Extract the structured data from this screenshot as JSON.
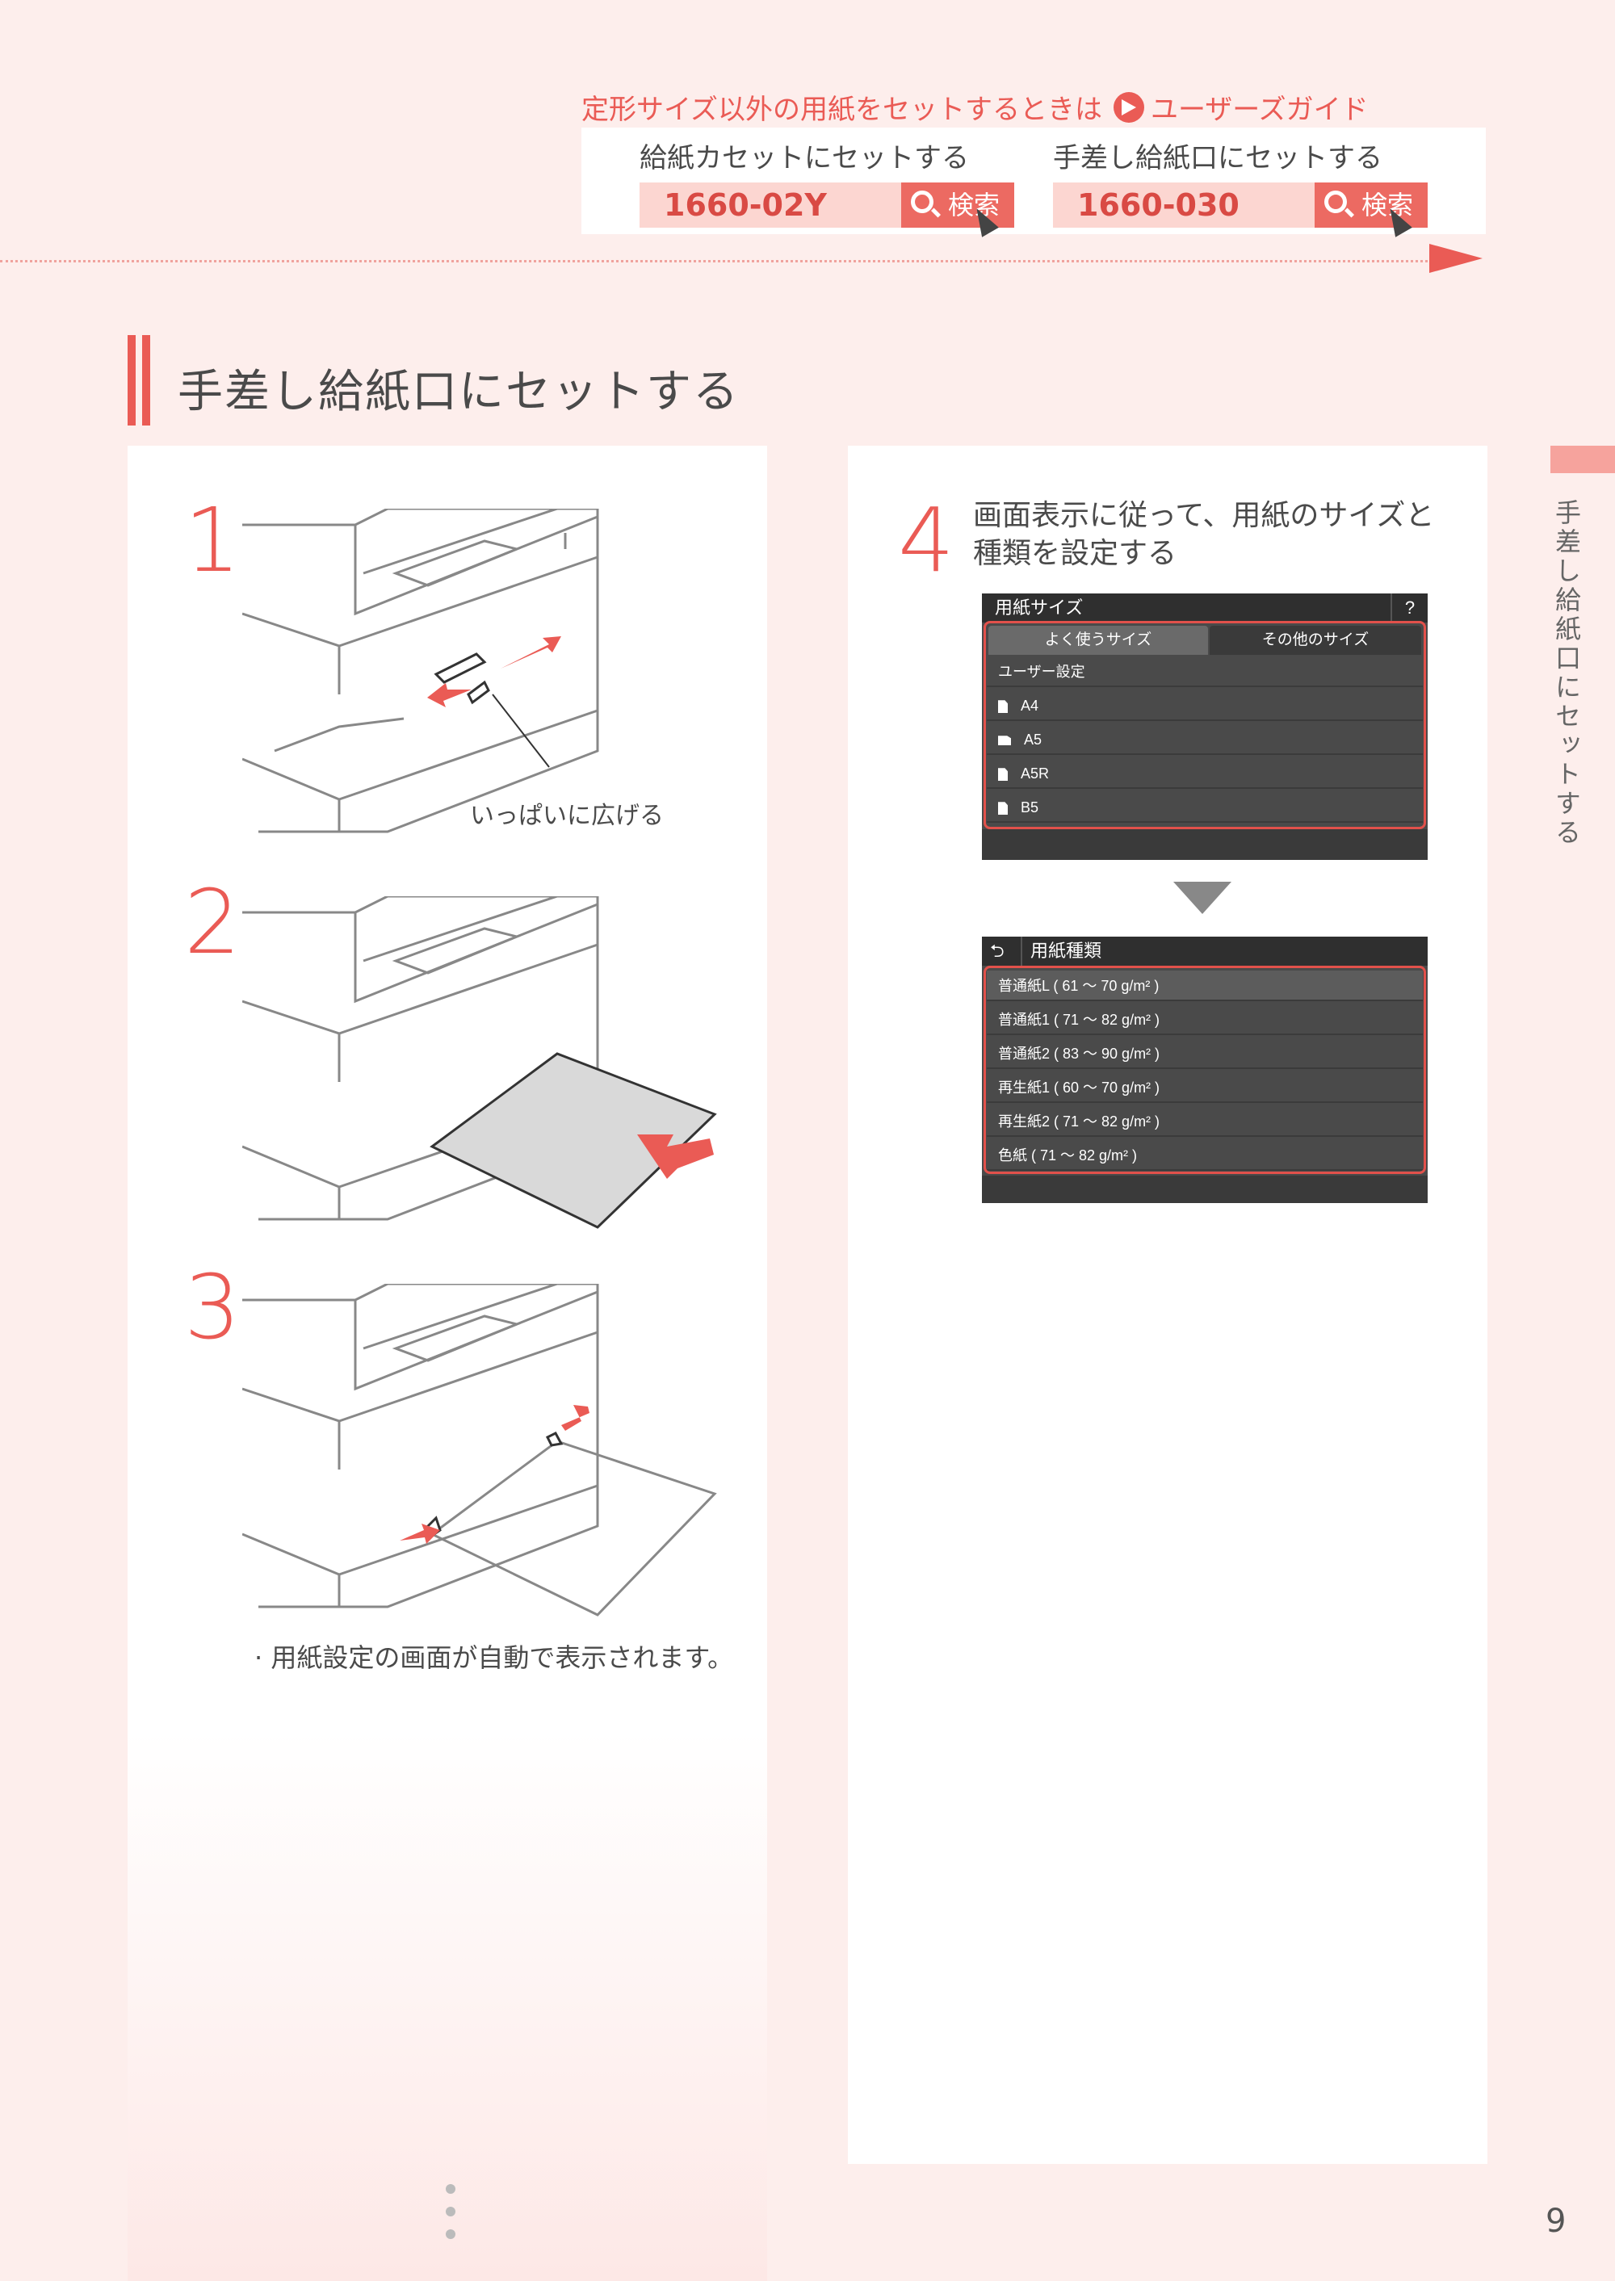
{
  "reference": {
    "title": "定形サイズ以外の用紙をセットするときは",
    "guide_label": "ユーザーズガイド",
    "items": [
      {
        "label": "給紙カセットにセットする",
        "code": "1660-02Y",
        "search": "検索"
      },
      {
        "label": "手差し給紙口にセットする",
        "code": "1660-030",
        "search": "検索"
      }
    ]
  },
  "section": {
    "title": "手差し給紙口にセットする",
    "side_tab": "手差し給紙口にセットする"
  },
  "steps": {
    "s1": {
      "num": "1",
      "callout": "いっぱいに広げる"
    },
    "s2": {
      "num": "2"
    },
    "s3": {
      "num": "3",
      "note": "· 用紙設定の画面が自動で表示されます。"
    },
    "s4": {
      "num": "4",
      "text": "画面表示に従って、用紙のサイズと種類を設定する"
    }
  },
  "screen_size": {
    "title": "用紙サイズ",
    "help": "?",
    "tabs": [
      "よく使うサイズ",
      "その他のサイズ"
    ],
    "rows": [
      "ユーザー設定",
      "A4",
      "A5",
      "A5R",
      "B5"
    ]
  },
  "screen_type": {
    "back": "⮌",
    "title": "用紙種類",
    "rows": [
      "普通紙L ( 61 ～ 70 g/m² )",
      "普通紙1 ( 71 ～ 82 g/m² )",
      "普通紙2 ( 83 ～ 90 g/m² )",
      "再生紙1 ( 60 ～ 70 g/m² )",
      "再生紙2 ( 71 ～ 82 g/m² )",
      "色紙 ( 71 ～ 82 g/m² )"
    ]
  },
  "page_number": "9",
  "colors": {
    "accent": "#ea5b55",
    "background": "#fdeeec",
    "screen": "#4a4a4a"
  }
}
